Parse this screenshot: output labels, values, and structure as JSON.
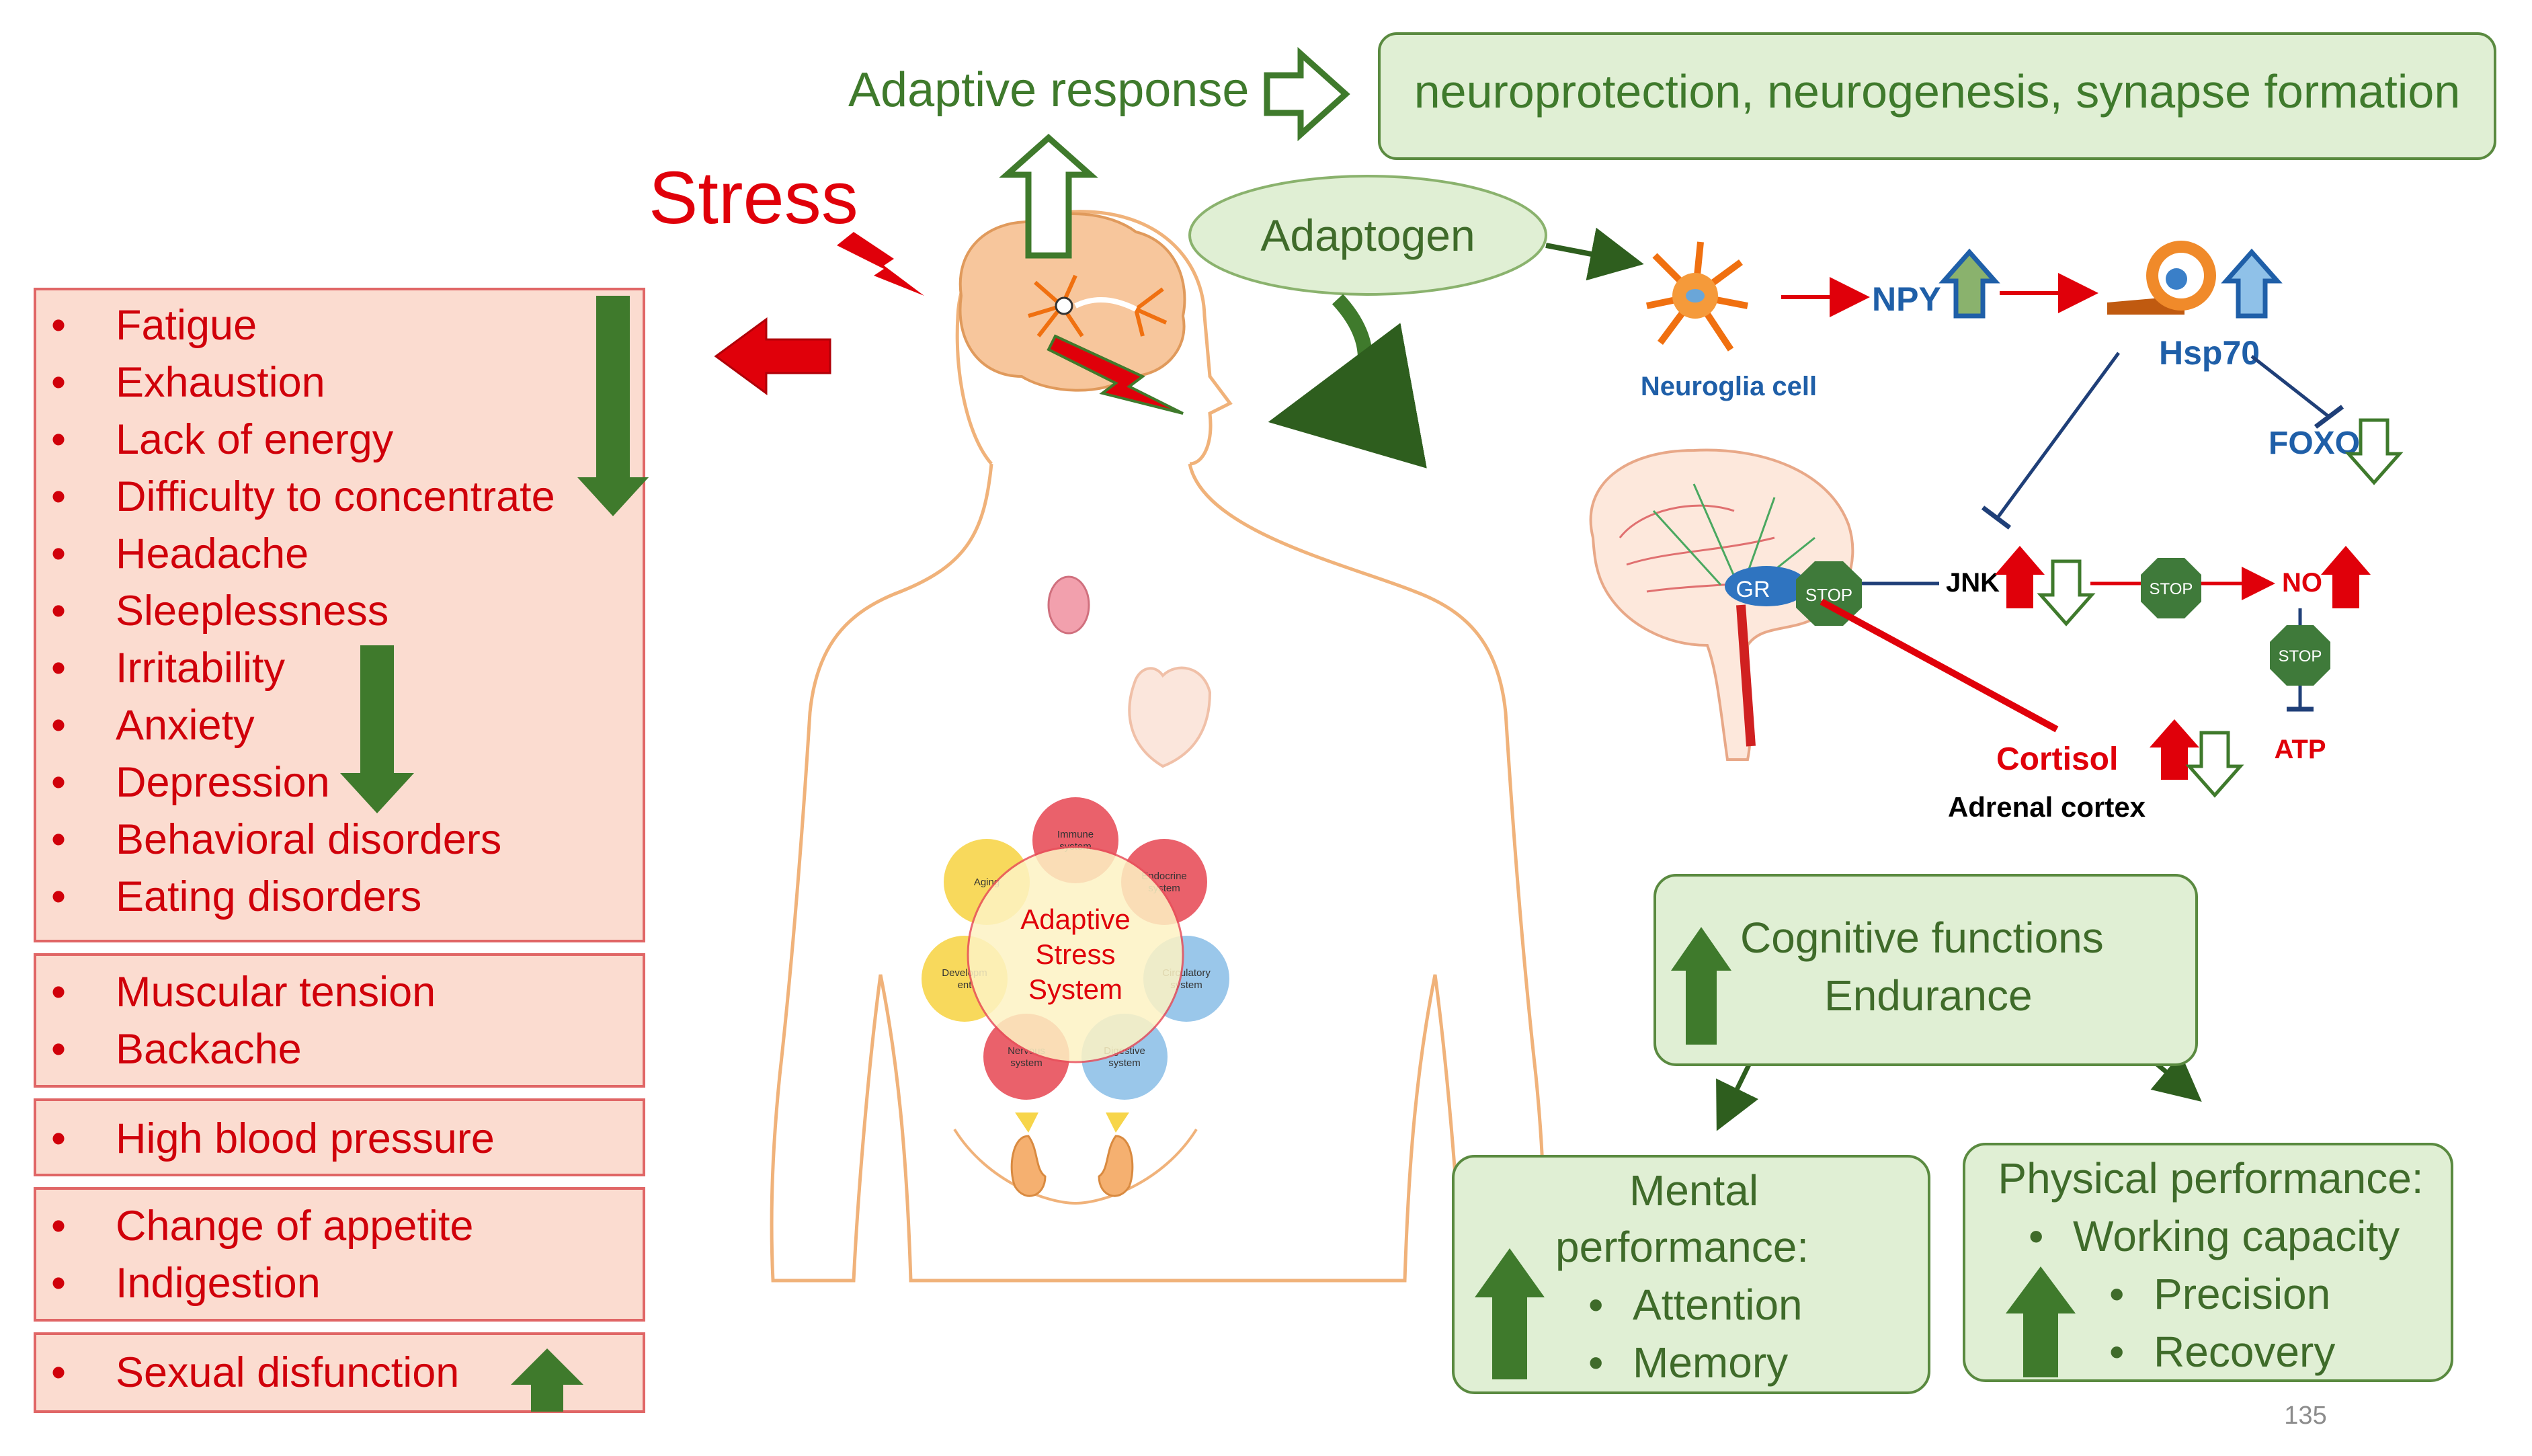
{
  "header": {
    "adaptive_response": "Adaptive response",
    "outcome": "neuroprotection, neurogenesis, synapse formation"
  },
  "stress_label": "Stress",
  "adaptogen_label": "Adaptogen",
  "symptom_groups": [
    {
      "items": [
        "Fatigue",
        "Exhaustion",
        "Lack of energy",
        "Difficulty to concentrate",
        "Headache",
        "Sleeplessness",
        "Irritability",
        "Anxiety",
        "Depression",
        "Behavioral disorders",
        "Eating disorders"
      ]
    },
    {
      "items": [
        "Muscular tension",
        "Backache"
      ]
    },
    {
      "items": [
        "High blood pressure"
      ]
    },
    {
      "items": [
        "Change of appetite",
        "Indigestion"
      ]
    },
    {
      "items": [
        "Sexual disfunction"
      ]
    }
  ],
  "stress_system": {
    "center": [
      "Adaptive",
      "Stress",
      "System"
    ],
    "nodes": [
      {
        "label": [
          "Immune",
          "system"
        ],
        "color": "#e8505b"
      },
      {
        "label": [
          "Endocrine",
          "system"
        ],
        "color": "#e8505b"
      },
      {
        "label": [
          "Circulatory",
          "system"
        ],
        "color": "#8fc1e8"
      },
      {
        "label": [
          "Digestive",
          "system"
        ],
        "color": "#8fc1e8"
      },
      {
        "label": [
          "Nervous",
          "system"
        ],
        "color": "#e8505b"
      },
      {
        "label": [
          "Developm",
          "ent"
        ],
        "color": "#f7d54a"
      },
      {
        "label": [
          "Aging"
        ],
        "color": "#f7d54a"
      }
    ]
  },
  "pathway": {
    "neuroglia_cell": "Neuroglia cell",
    "npy": "NPY",
    "hsp70": "Hsp70",
    "foxo": "FOXO",
    "gr": "GR",
    "stop": "STOP",
    "jnk": "JNK",
    "no": "NO",
    "atp": "ATP",
    "cortisol": "Cortisol",
    "adrenal_cortex": "Adrenal cortex"
  },
  "cognitive_box": {
    "line1": "Cognitive functions",
    "line2": "Endurance"
  },
  "mental_box": {
    "title1": "Mental",
    "title2": "performance:",
    "items": [
      "Attention",
      "Memory"
    ]
  },
  "physical_box": {
    "title": "Physical performance:",
    "items": [
      "Working capacity",
      "Precision",
      "Recovery"
    ]
  },
  "page_number": "135",
  "colors": {
    "red": "#d0000a",
    "green": "#3f7a2c",
    "blue": "#1f5fa8",
    "light_green": "#e0efd4",
    "light_red": "#fbdcd0"
  }
}
